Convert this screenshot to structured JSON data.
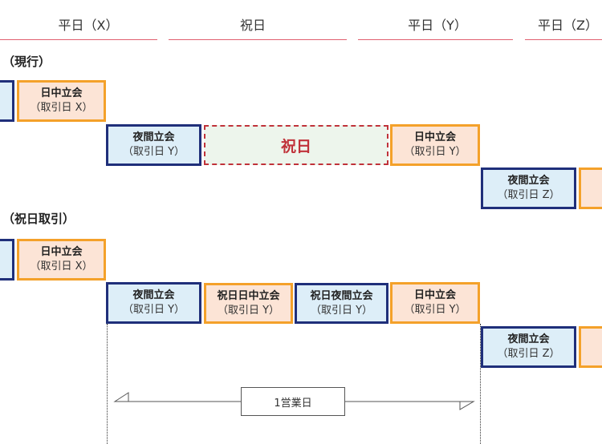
{
  "header": {
    "col_x": "平日（X）",
    "col_holiday": "祝日",
    "col_y": "平日（Y）",
    "col_z": "平日（Z）"
  },
  "current": {
    "title": "（現行）",
    "day_x": {
      "name": "日中立会",
      "sub": "（取引日 X）"
    },
    "night_y": {
      "name": "夜間立会",
      "sub": "（取引日 Y）"
    },
    "holiday_label": "祝日",
    "day_y": {
      "name": "日中立会",
      "sub": "（取引日 Y）"
    },
    "night_z": {
      "name": "夜間立会",
      "sub": "（取引日 Z）"
    }
  },
  "holiday_trading": {
    "title": "（祝日取引）",
    "day_x": {
      "name": "日中立会",
      "sub": "（取引日 X）"
    },
    "night_y": {
      "name": "夜間立会",
      "sub": "（取引日 Y）"
    },
    "holiday_day": {
      "name": "祝日日中立会",
      "sub": "（取引日 Y）"
    },
    "holiday_night": {
      "name": "祝日夜間立会",
      "sub": "（取引日 Y）"
    },
    "day_y": {
      "name": "日中立会",
      "sub": "（取引日 Y）"
    },
    "night_z": {
      "name": "夜間立会",
      "sub": "（取引日 Z）"
    },
    "span_label": "1営業日"
  },
  "colors": {
    "day_fill": "#fce4d6",
    "day_border": "#f4a12a",
    "night_fill": "#ddeef8",
    "night_border": "#1f2f7a",
    "holiday_fill": "#edf5ec",
    "holiday_accent": "#c0323a",
    "header_line": "#e06070"
  }
}
